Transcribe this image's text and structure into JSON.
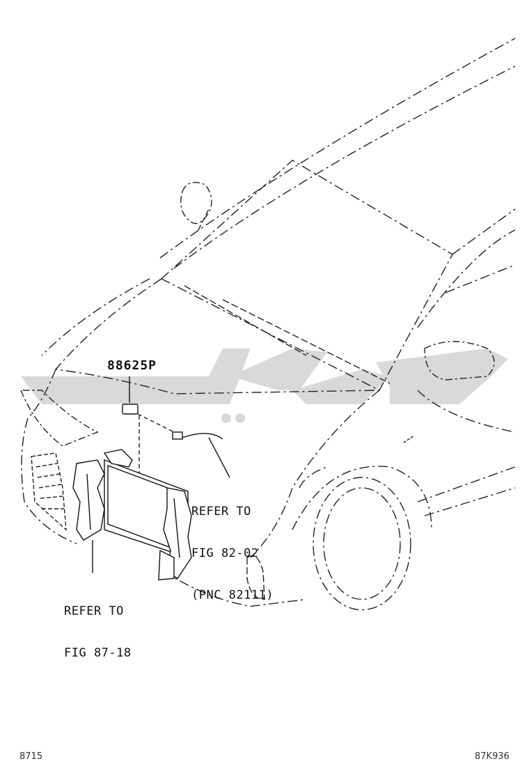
{
  "callouts": {
    "part_number": "88625P",
    "refer_a": {
      "line1": "REFER TO",
      "line2": "FIG 82-02",
      "line3": "(PNC 82111)"
    },
    "refer_b": {
      "line1": "REFER TO",
      "line2": "FIG 87-18"
    }
  },
  "footer": {
    "left_code": "8715",
    "right_code": "87K936"
  },
  "watermark": {
    "color": "#d9d9d9"
  },
  "colors": {
    "line": "#222222"
  }
}
